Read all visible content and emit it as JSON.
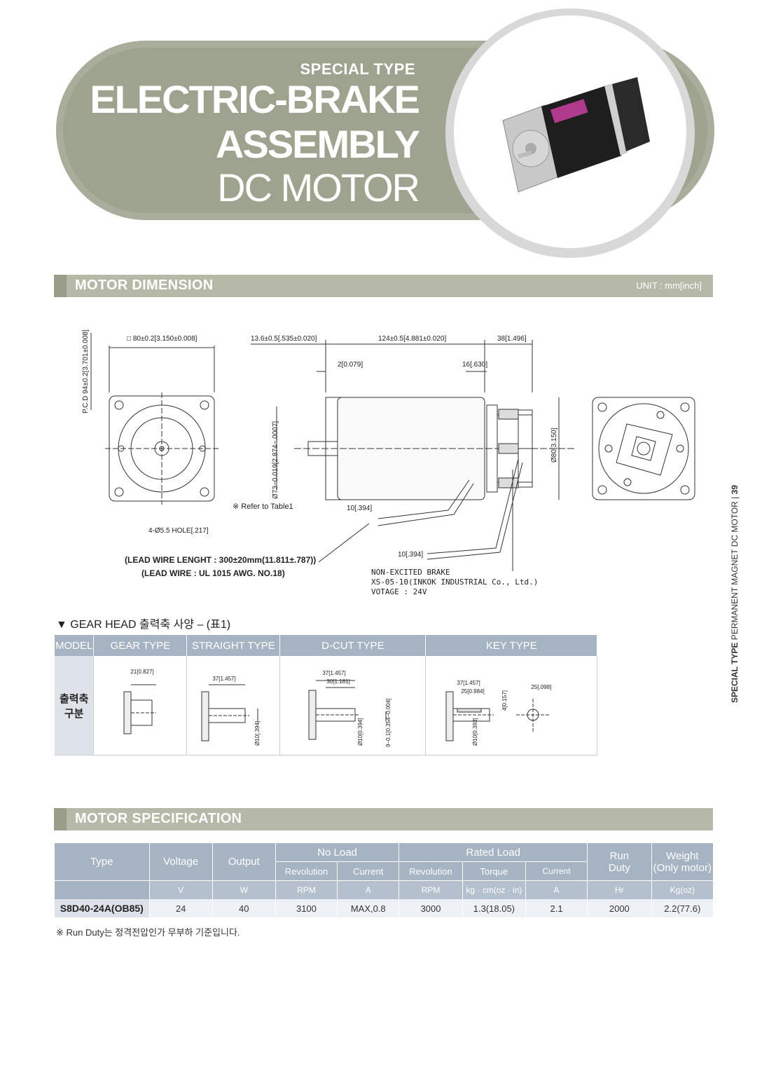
{
  "header": {
    "subtitle": "SPECIAL TYPE",
    "title_line1": "ELECTRIC-BRAKE",
    "title_line2": "ASSEMBLY",
    "title_line3": "DC MOTOR"
  },
  "side_label": {
    "strong": "SPECIAL TYPE",
    "rest": "PERMANENT MAGNET DC MOTOR",
    "page_number": "39"
  },
  "dimension_section": {
    "title": "MOTOR DIMENSION",
    "unit": "UNIT : mm[inch]",
    "labels": {
      "square": "□ 80±0.2[3.150±0.008]",
      "pcd": "P.C.D 94±0.2[3.701±0.008]",
      "hole": "4-Ø5.5 HOLE[.217]",
      "d1": "13.6±0.5[.535±0.020]",
      "d2": "124±0.5[4.881±0.020]",
      "d3": "38[1.496]",
      "d4": "2[0.079]",
      "d5": "16[.630]",
      "shaft_dia": "Ø73−0.019[2.874−.0007]",
      "body_dia": "Ø80[3.150]",
      "refer": "※ Refer to Table1",
      "lead1": "10[.394]",
      "lead2": "10[.394]",
      "wire_length": "(LEAD WIRE LENGHT : 300±20mm(11.811±.787))",
      "wire_type": "(LEAD WIRE : UL 1015 AWG. NO.18)",
      "brake1": "NON-EXCITED BRAKE",
      "brake2": "XS-05-10(INKOK INDUSTRIAL Co., Ltd.)",
      "brake3": "VOTAGE : 24V"
    }
  },
  "gear_table": {
    "caption": "▼ GEAR HEAD 출력축 사양 – (표1)",
    "headers": [
      "MODEL",
      "GEAR TYPE",
      "STRAIGHT TYPE",
      "D-CUT TYPE",
      "KEY TYPE"
    ],
    "row_label_1": "출력축",
    "row_label_2": "구분",
    "gear_dim": "21[0.827]",
    "straight_dims": [
      "37[1.457]",
      "Ø10[.394]"
    ],
    "dcut_dims": [
      "37[1.457]",
      "30[1.181]",
      "Ø10[0.394]",
      "9−0.1[0.354−0.004]"
    ],
    "key_dims": [
      "37[1.457]",
      "25[0.984]",
      "Ø10[0.393]",
      "4[0.157]",
      "25[.098]"
    ]
  },
  "spec_section": {
    "title": "MOTOR SPECIFICATION",
    "headers": {
      "type": "Type",
      "voltage": "Voltage",
      "output": "Output",
      "no_load": "No Load",
      "rated_load": "Rated Load",
      "run_duty_1": "Run",
      "run_duty_2": "Duty",
      "weight_1": "Weight",
      "weight_2": "(Only motor)",
      "revolution": "Revolution",
      "current": "Current",
      "revolution2": "Revolution",
      "torque": "Torque",
      "current2": "Current"
    },
    "units": [
      "V",
      "W",
      "RPM",
      "A",
      "RPM",
      "kg · cm(oz · in)",
      "A",
      "Hr",
      "Kg(oz)"
    ],
    "row": [
      "S8D40-24A(OB85)",
      "24",
      "40",
      "3100",
      "MAX,0.8",
      "3000",
      "1.3(18.05)",
      "2.1",
      "2000",
      "2.2(77.6)"
    ],
    "note": "※ Run Duty는 정격전압인가 무부하 기준입니다."
  }
}
